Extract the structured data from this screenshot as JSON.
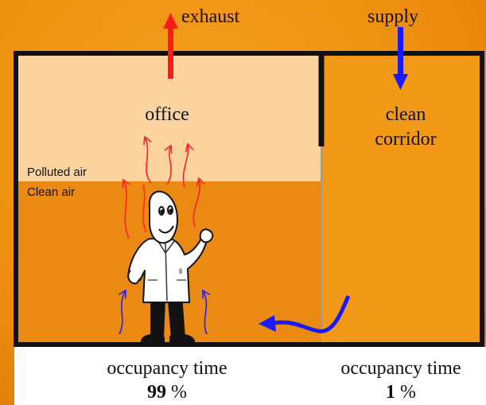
{
  "labels": {
    "exhaust": "exhaust",
    "supply": "supply",
    "office": "office",
    "corridor_line1": "clean",
    "corridor_line2": "corridor",
    "polluted_air": "Polluted air",
    "clean_air": "Clean air"
  },
  "occupancy": {
    "office": {
      "label": "occupancy time",
      "value": "99",
      "unit": "%"
    },
    "corridor": {
      "label": "occupancy time",
      "value": "1",
      "unit": "%"
    }
  },
  "colors": {
    "background": "#ee9010",
    "polluted_zone": "#fdd3a0",
    "clean_zone": "#ea8a12",
    "corridor": "#f29a18",
    "wall": "#111111",
    "exhaust_arrow": "#ff1a1a",
    "supply_arrow": "#1a1aff",
    "polluted_air_flow": "#ff2020",
    "clean_air_flow": "#2020ff"
  },
  "icons": [
    "person-figure",
    "exhaust-arrow",
    "supply-arrow",
    "air-flow-arrow"
  ]
}
